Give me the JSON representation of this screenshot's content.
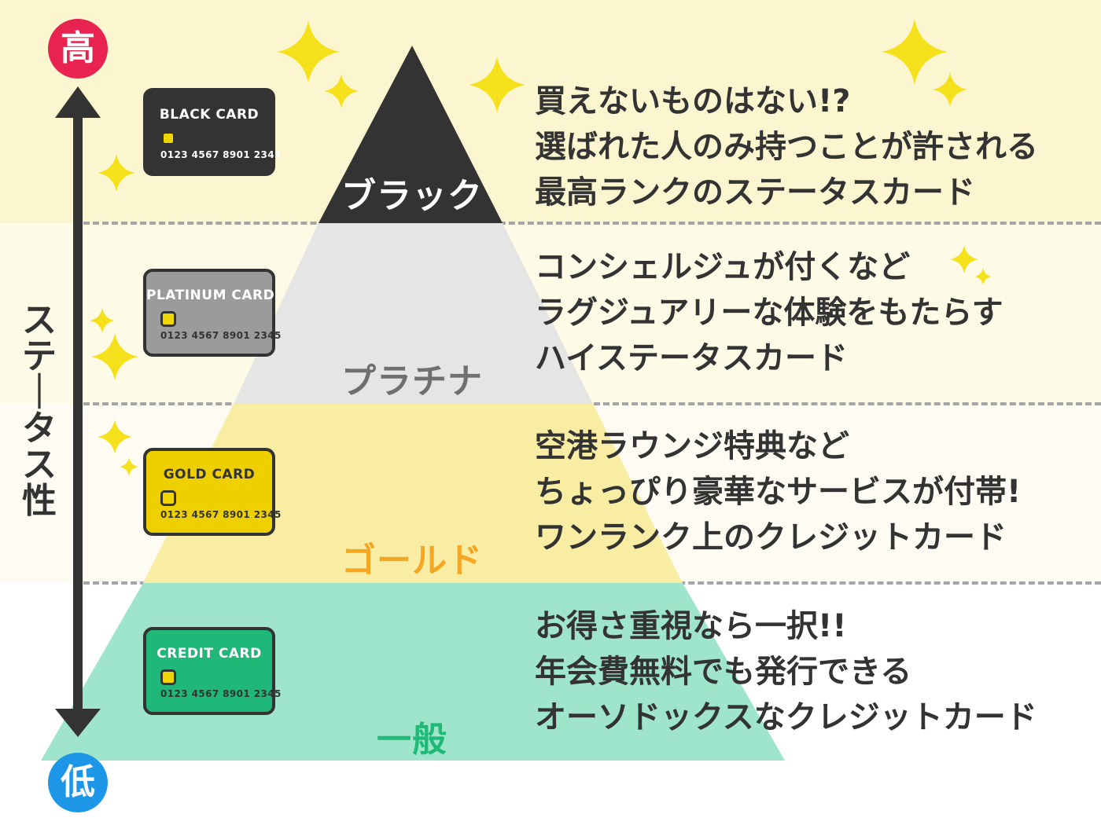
{
  "colors": {
    "band_black": "#fcf6d0",
    "band_platinum": "#fdfae6",
    "band_gold": "#fefcf2",
    "band_general": "#ffffff",
    "divider": "#a5a5a5",
    "high_badge": "#e8234f",
    "low_badge": "#1e96e8",
    "text_dark": "#333333",
    "sparkle": "#f5e11b"
  },
  "axis": {
    "high_label": "高",
    "low_label": "低",
    "title": "ステータス性"
  },
  "tiers": [
    {
      "id": "black",
      "label": "ブラック",
      "label_color": "#ffffff",
      "pyramid_color": "#333333",
      "card": {
        "title": "BLACK CARD",
        "number": "0123 4567 8901 2345",
        "bg": "#333333",
        "text_color": "#ffffff",
        "chip_style": "solid"
      },
      "description": [
        "買えないものはない!?",
        "選ばれた人のみ持つことが許される",
        "最高ランクのステータスカード"
      ]
    },
    {
      "id": "platinum",
      "label": "プラチナ",
      "label_color": "#6f6f6f",
      "pyramid_color": "#e5e5e5",
      "card": {
        "title": "PLATINUM CARD",
        "number": "0123 4567 8901 2345",
        "bg": "#9b9b9b",
        "text_color": "#ffffff",
        "number_color": "#333333",
        "chip_style": "outlined"
      },
      "description": [
        "コンシェルジュが付くなど",
        "ラグジュアリーな体験をもたらす",
        "ハイステータスカード"
      ]
    },
    {
      "id": "gold",
      "label": "ゴールド",
      "label_color": "#f5a623",
      "pyramid_color": "#f8eda3",
      "card": {
        "title": "GOLD CARD",
        "number": "0123 4567 8901 2345",
        "bg": "#eecf00",
        "text_color": "#333333",
        "number_color": "#333333",
        "chip_style": "outlined"
      },
      "description": [
        "空港ラウンジ特典など",
        "ちょっぴり豪華なサービスが付帯!",
        "ワンランク上のクレジットカード"
      ]
    },
    {
      "id": "general",
      "label": "一般",
      "label_color": "#1fb978",
      "pyramid_color": "#9fe5cb",
      "card": {
        "title": "CREDIT CARD",
        "number": "0123 4567 8901 2345",
        "bg": "#20b878",
        "text_color": "#ffffff",
        "number_color": "#333333",
        "chip_style": "outlined"
      },
      "description": [
        "お得さ重視なら一択!!",
        "年会費無料でも発行できる",
        "オーソドックスなクレジットカード"
      ]
    }
  ]
}
